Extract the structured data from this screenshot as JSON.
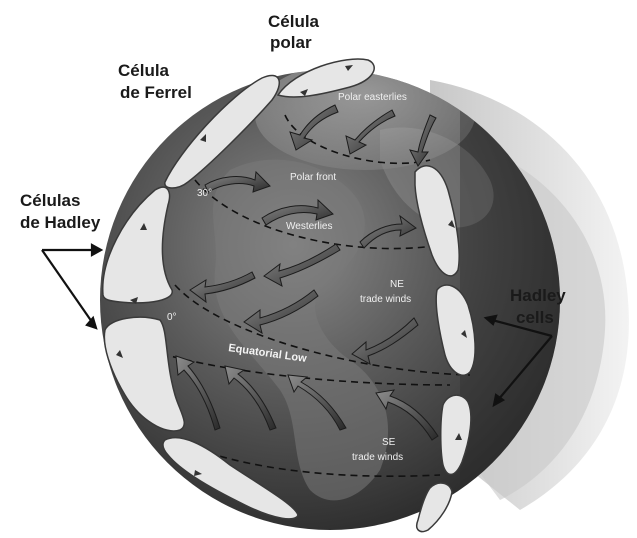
{
  "labels": {
    "celula_polar_1": "Célula",
    "celula_polar_2": "polar",
    "celula_ferrel_1": "Célula",
    "celula_ferrel_2": "de Ferrel",
    "celulas_hadley_1": "Células",
    "celulas_hadley_2": "de Hadley",
    "hadley_cells_1": "Hadley",
    "hadley_cells_2": "cells",
    "polar_easterlies": "Polar easterlies",
    "polar_front": "Polar front",
    "westerlies": "Westerlies",
    "ne_1": "NE",
    "ne_2": "trade winds",
    "equatorial_low": "Equatorial Low",
    "se_1": "SE",
    "se_2": "trade winds",
    "lat_30": "30°",
    "lat_0": "0°"
  },
  "colors": {
    "globe_dark": "#2f2f2f",
    "globe_mid": "#6c6c6c",
    "cell_fill": "#e6e6e6",
    "cell_stroke": "#3a3a3a",
    "arrow_fill": "#3c3c3c"
  }
}
